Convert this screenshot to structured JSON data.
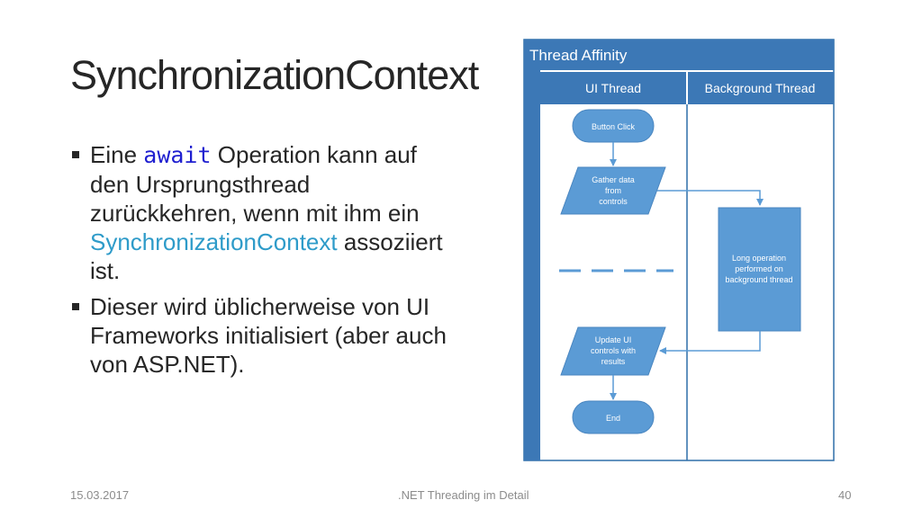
{
  "slide": {
    "title": "SynchronizationContext",
    "bullets": [
      {
        "before": "Eine ",
        "code": "await",
        "after": " Operation kann auf den Ursprungsthread zurückkehren, wenn mit ihm ein ",
        "accent": "SynchronizationContext",
        "end": " assoziiert ist."
      },
      {
        "text": "Dieser wird üblicherweise von UI Frameworks initialisiert (aber auch von ASP.NET)."
      }
    ]
  },
  "diagram": {
    "title": "Thread Affinity",
    "lanes": [
      "UI Thread",
      "Background Thread"
    ],
    "nodes": {
      "button_click": "Button Click",
      "gather": [
        "Gather data",
        "from",
        "controls"
      ],
      "long_op": [
        "Long operation",
        "performed on",
        "background thread"
      ],
      "update": [
        "Update UI",
        "controls with",
        "results"
      ],
      "end": "End"
    },
    "colors": {
      "header": "#3c78b6",
      "frame": "#2f6fa8",
      "node": "#5b9bd5",
      "node_border": "#4a86c0",
      "arrow": "#5b9bd5"
    }
  },
  "footer": {
    "date": "15.03.2017",
    "center": ".NET Threading im Detail",
    "page": "40"
  }
}
